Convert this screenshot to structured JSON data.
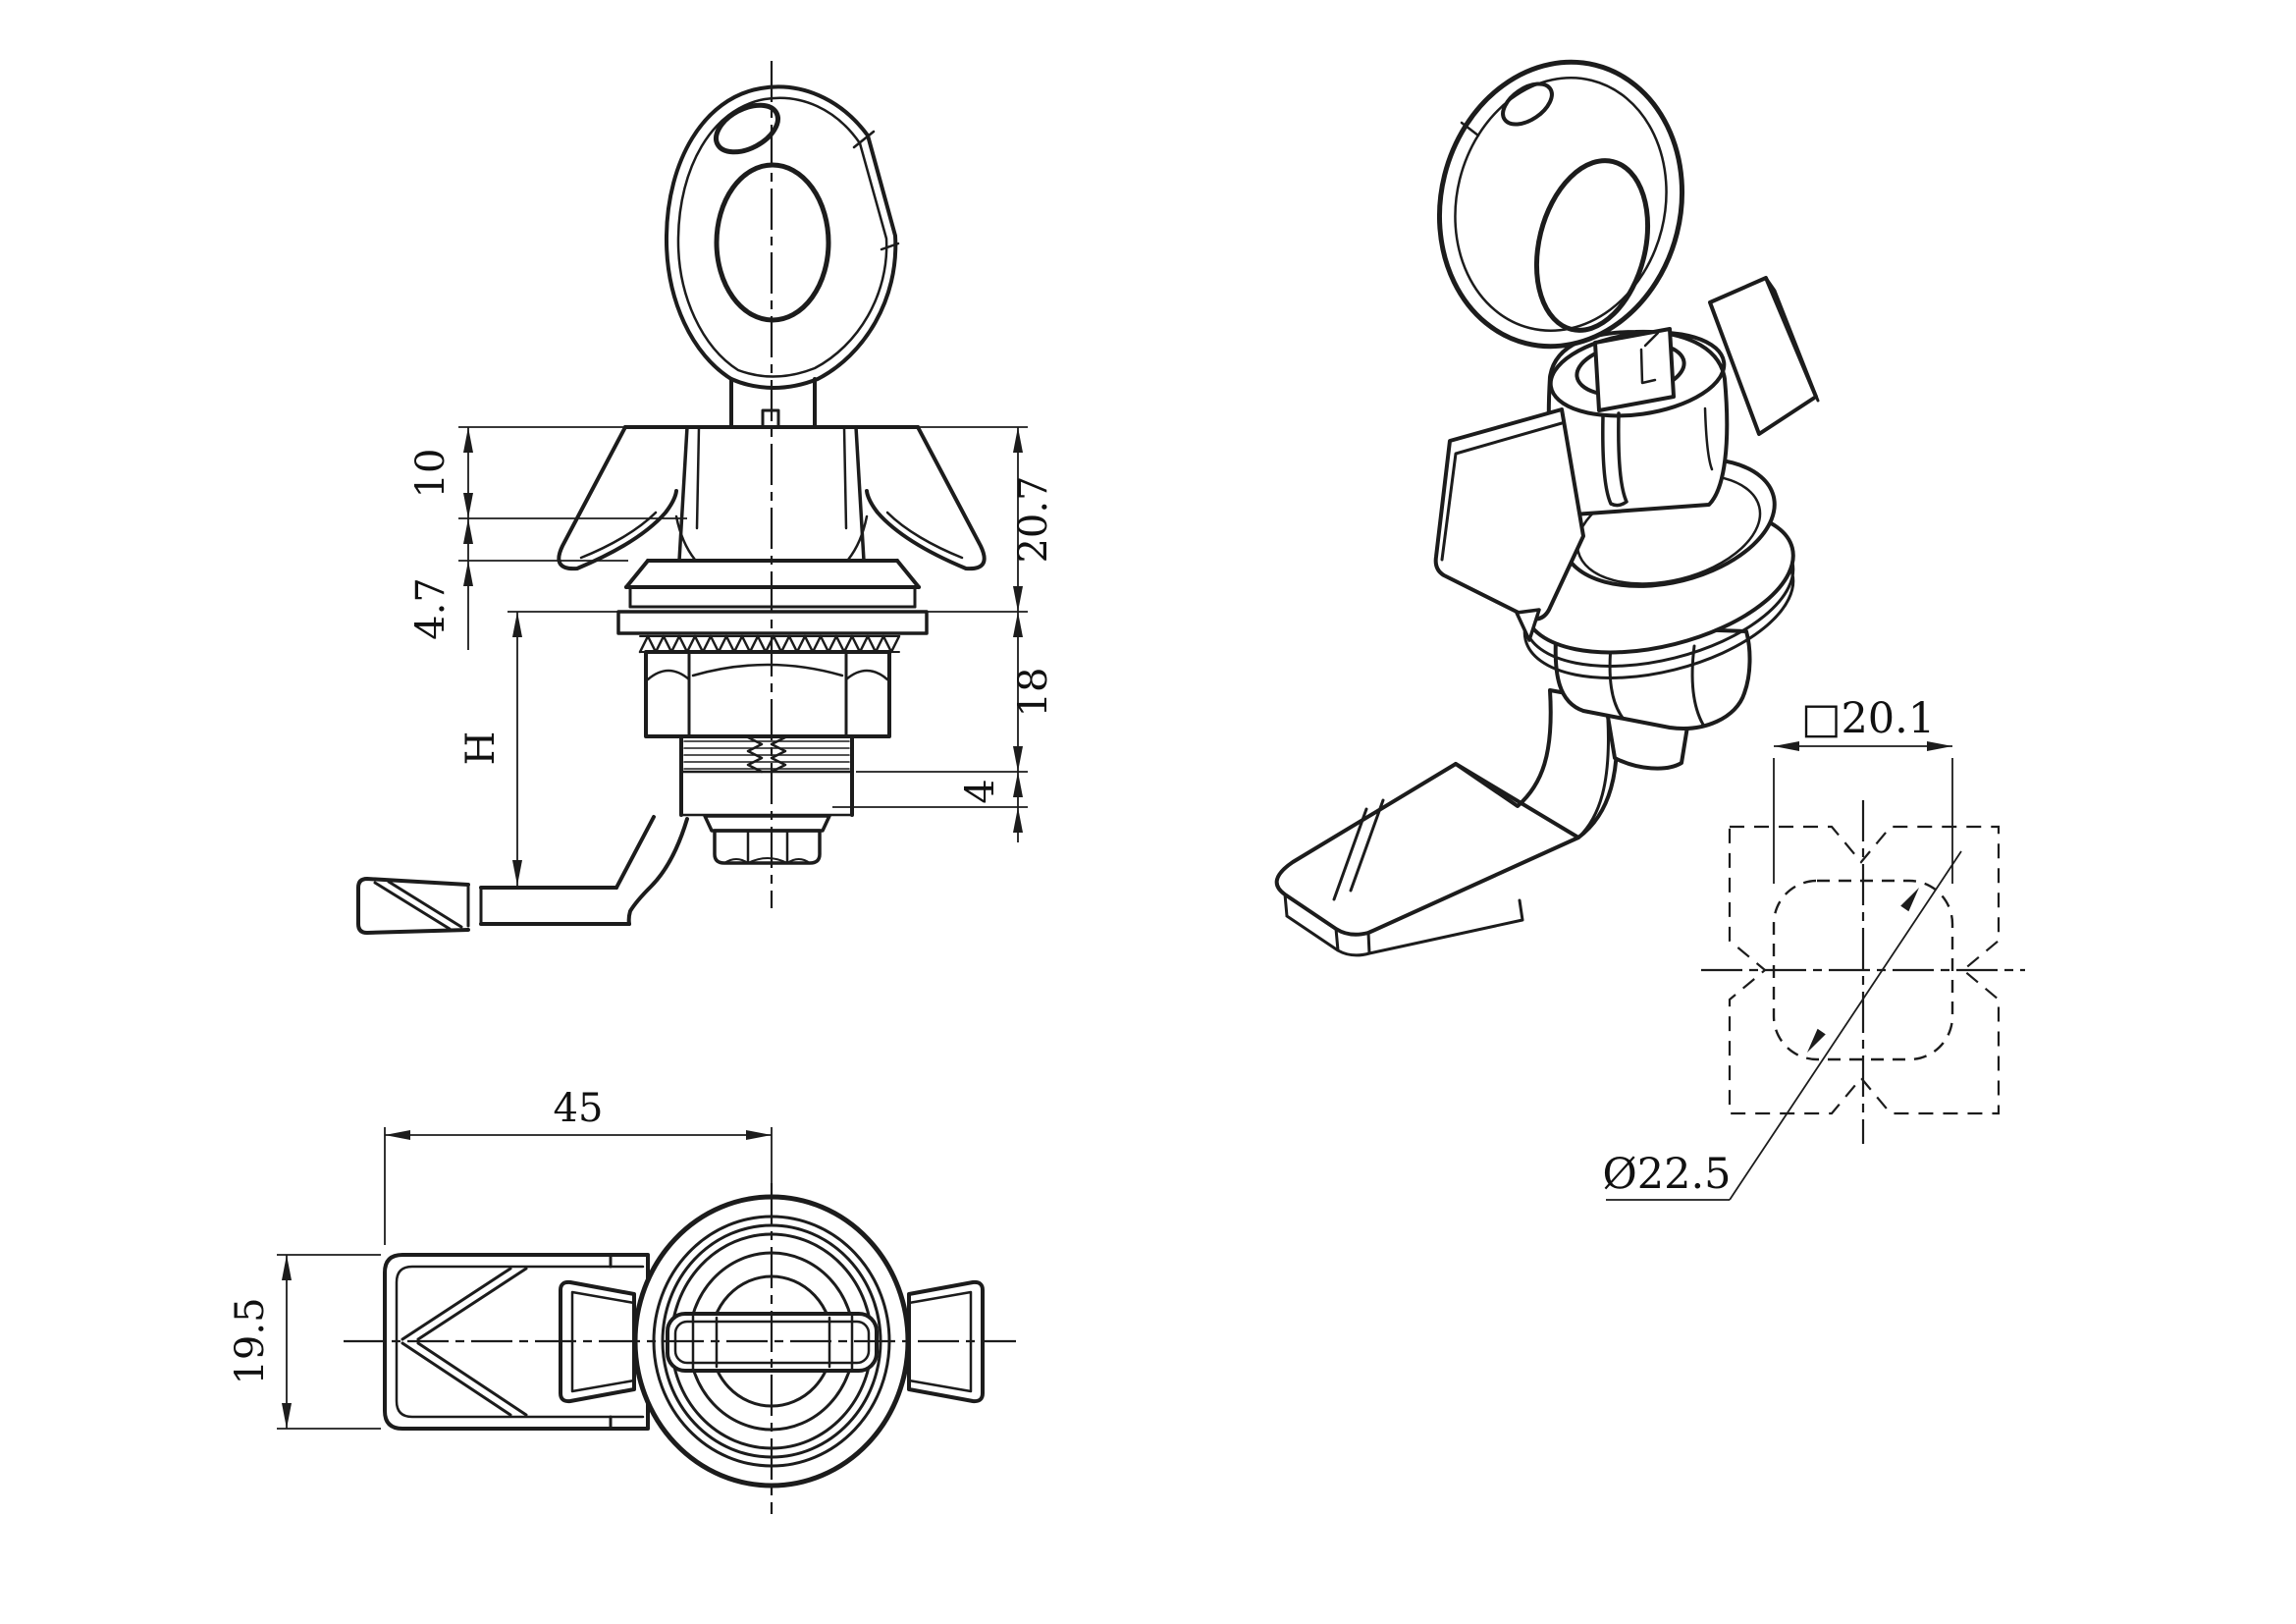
{
  "drawing": {
    "background": "#ffffff",
    "line_color": "#1c1c1c",
    "front_view": {
      "dim_wing_top_to_flange": "10",
      "dim_flange_thickness": "4.7",
      "dim_grip_range": "H",
      "dim_head_height": "20.7",
      "dim_thread_length": "18",
      "dim_neck_length": "4"
    },
    "top_view": {
      "dim_cam_length": "45",
      "dim_cam_width": "19.5"
    },
    "cutout_view": {
      "dim_square_width": "□20.1",
      "dim_circle_diameter": "Ø22.5"
    }
  }
}
